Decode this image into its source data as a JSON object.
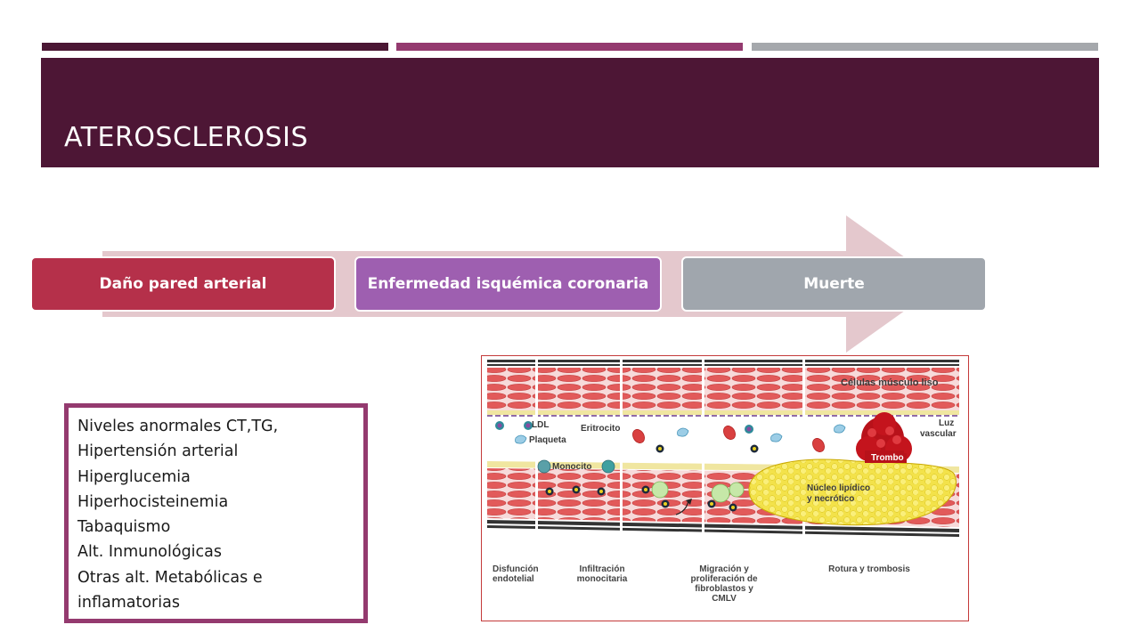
{
  "slide": {
    "title": "ATEROSCLEROSIS",
    "colors": {
      "title_band": "#4d1635",
      "accent_1": "#b5304a",
      "accent_2": "#9e5fb0",
      "accent_3": "#a0a6ad",
      "risk_border": "#943a6f"
    }
  },
  "process": {
    "steps": [
      {
        "label": "Daño pared arterial"
      },
      {
        "label": "Enfermedad isquémica coronaria"
      },
      {
        "label": "Muerte"
      }
    ]
  },
  "risk_factors": [
    "Niveles anormales CT,TG,",
    "Hipertensión arterial",
    "Hiperglucemia",
    "Hiperhocisteinemia",
    "Tabaquismo",
    "Alt. Inmunológicas",
    "Otras alt. Metabólicas e",
    "inflamatorias"
  ],
  "figure": {
    "labels": {
      "smooth_muscle": "Células músculo liso",
      "lumen_1": "Luz",
      "lumen_2": "vascular",
      "ldl": "LDL",
      "platelet": "Plaqueta",
      "erythrocyte": "Eritrocito",
      "monocyte": "Monocito",
      "thrombus": "Trombo",
      "lipid_core_1": "Núcleo lipídico",
      "lipid_core_2": "y necrótico"
    },
    "stages": [
      {
        "line1": "Disfunción",
        "line2": "endotelial",
        "line3": "",
        "line4": ""
      },
      {
        "line1": "Infiltración",
        "line2": "monocitaria",
        "line3": "",
        "line4": ""
      },
      {
        "line1": "Migración y",
        "line2": "proliferación de",
        "line3": "fibroblastos y",
        "line4": "CMLV"
      },
      {
        "line1": "Rotura y trombosis",
        "line2": "",
        "line3": "",
        "line4": ""
      }
    ]
  }
}
